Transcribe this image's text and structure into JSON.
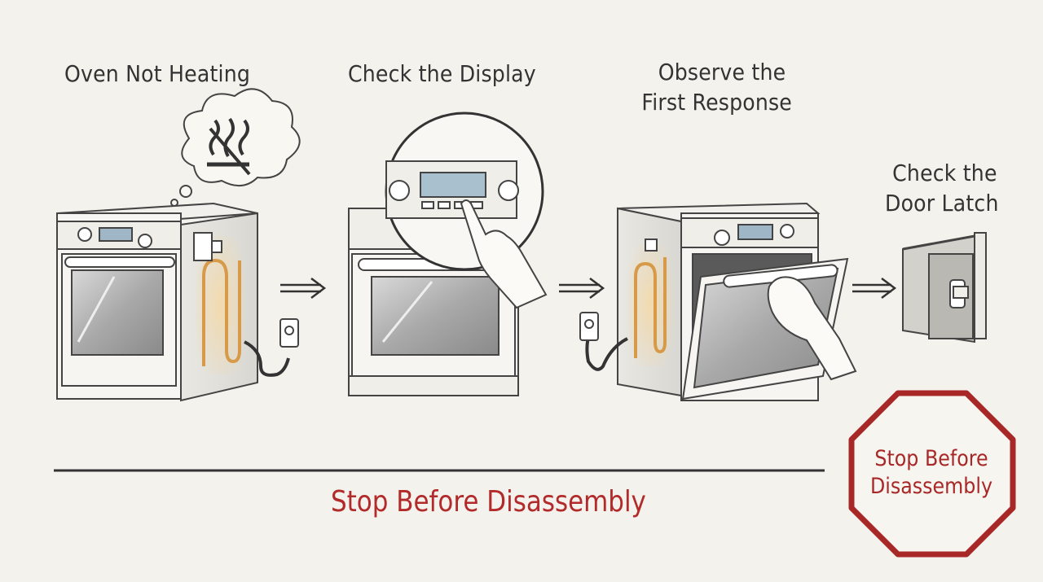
{
  "steps": [
    {
      "title_lines": [
        "Oven Not Heating"
      ]
    },
    {
      "title_lines": [
        "Check the Display"
      ]
    },
    {
      "title_lines": [
        "Observe the",
        "First Response"
      ]
    },
    {
      "title_lines": [
        "Check the",
        "Door Latch"
      ]
    }
  ],
  "footer": {
    "label": "Stop Before Disassembly"
  },
  "stop_sign": {
    "lines": [
      "Stop Before",
      "Disassembly"
    ]
  },
  "colors": {
    "background": "#f4f2ec",
    "ink": "#3a3a3a",
    "warning_red": "#b22a2a",
    "heating_element": "#e0a24a"
  },
  "icons": [
    "no-heat-thought-bubble-icon",
    "arrow-right-icon",
    "stop-sign-icon",
    "hand-icon",
    "power-outlet-icon"
  ]
}
